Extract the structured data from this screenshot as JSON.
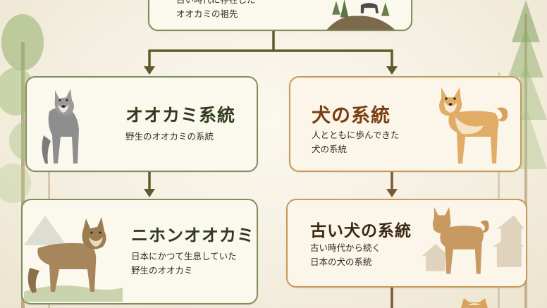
{
  "top_card": {
    "line1": "古い時代に存在した",
    "line2": "オオカミの祖先"
  },
  "wolf_lineage": {
    "title": "オオカミ系統",
    "desc": "野生のオオカミの系統"
  },
  "dog_lineage": {
    "title": "犬の系統",
    "desc": "人とともに歩んできた\n犬の系統"
  },
  "japanese_wolf": {
    "title": "ニホンオオカミ",
    "desc": "日本にかつて生息していた\n野生のオオカミ"
  },
  "ancient_dog": {
    "title": "古い犬の系統",
    "desc": "古い時代から続く\n日本の犬の系統"
  },
  "colors": {
    "green_border": "#7f8f5c",
    "brown_border": "#c8995a",
    "arrow": "#5f5a2c",
    "arrow_brown": "#7a5a36"
  }
}
